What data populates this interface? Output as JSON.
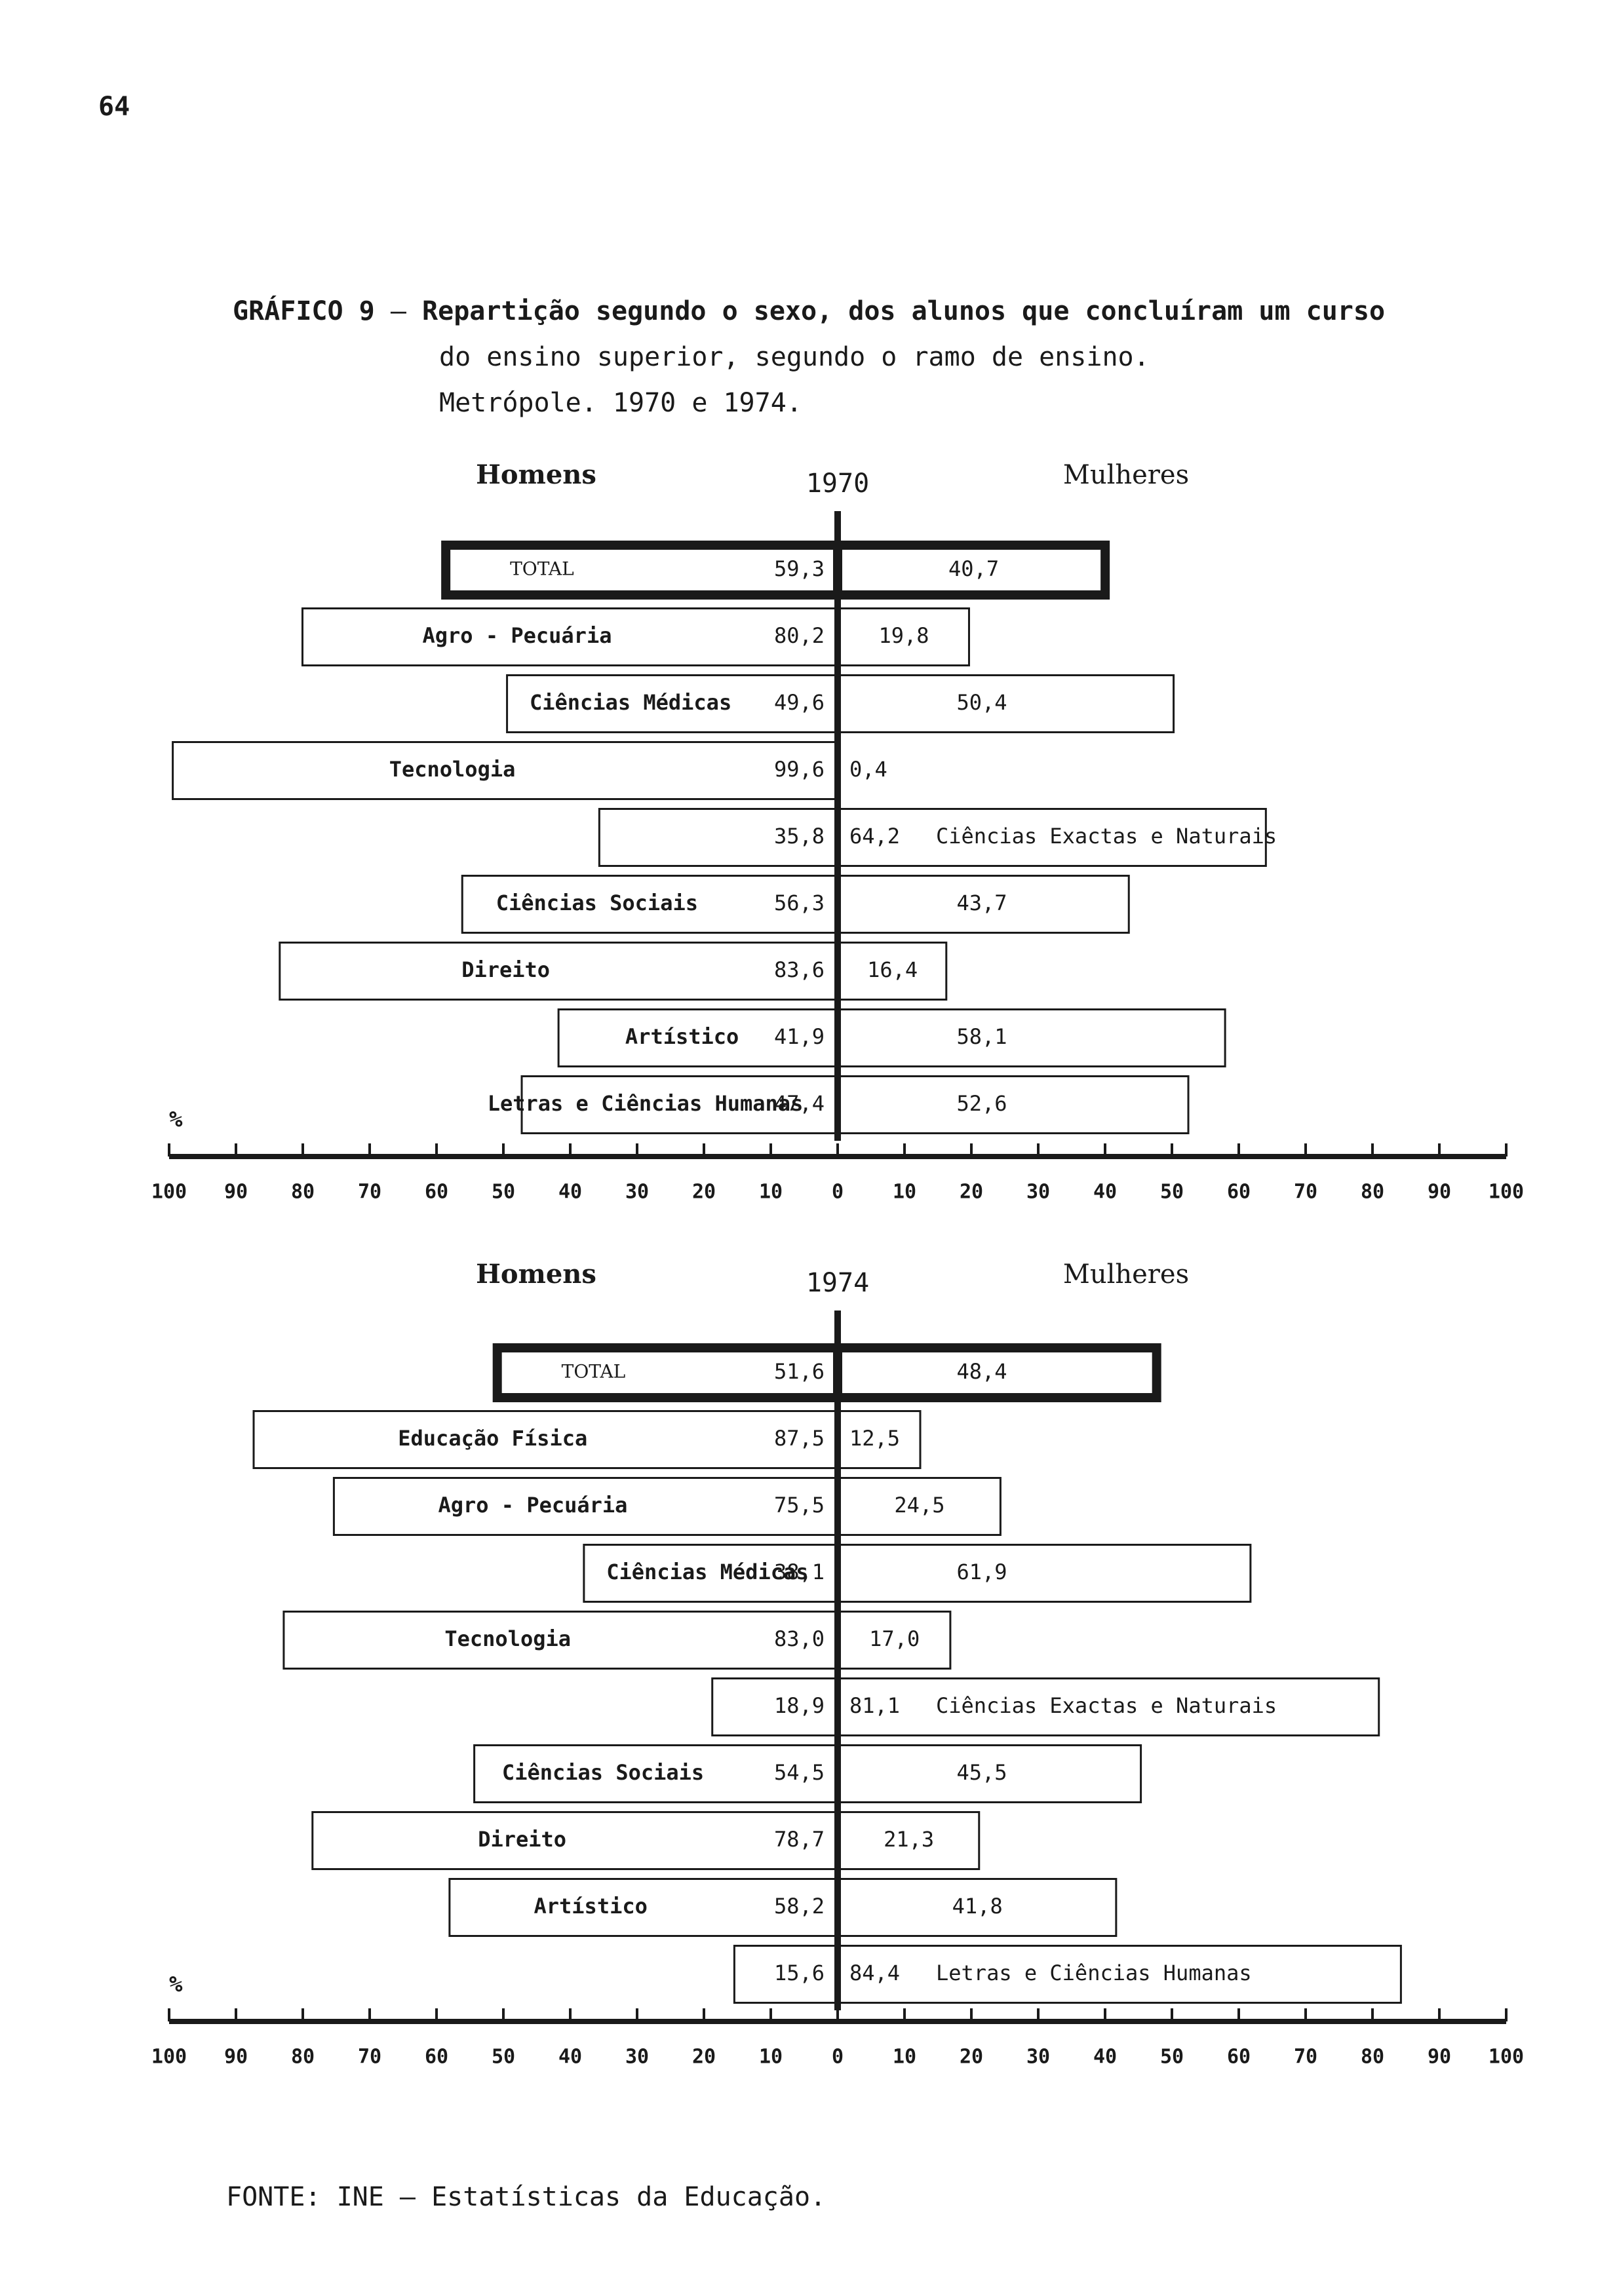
{
  "page_number": "64",
  "caption": {
    "label": "GRÁFICO 9",
    "dash": "–",
    "line1": "Repartição segundo o sexo, dos alunos que concluíram um curso",
    "line2": "do ensino superior, segundo o ramo de ensino.",
    "line3": "Metrópole. 1970 e 1974."
  },
  "source": {
    "label": "FONTE:",
    "text": "INE – Estatísticas da Educação."
  },
  "colors": {
    "ink": "#1a1a1a",
    "paper": "#ffffff"
  },
  "chart_data": [
    {
      "type": "bar",
      "layout": "diverging-horizontal",
      "title": "1970",
      "left_label": "Homens",
      "right_label": "Mulheres",
      "axis_label": "%",
      "xlim": [
        -100,
        100
      ],
      "ticks_left": [
        "100",
        "90",
        "80",
        "70",
        "60",
        "50",
        "40",
        "30",
        "20",
        "10"
      ],
      "ticks_right": [
        "0",
        "10",
        "20",
        "30",
        "40",
        "50",
        "60",
        "70",
        "80",
        "90",
        "100"
      ],
      "categories": [
        "TOTAL",
        "Agro - Pecuária",
        "Ciências Médicas",
        "Tecnologia",
        "Ciências Exactas e Naturais",
        "Ciências Sociais",
        "Direito",
        "Artístico",
        "Letras e Ciências Humanas"
      ],
      "category_side": [
        "left",
        "left",
        "left",
        "left",
        "right",
        "left",
        "left",
        "left",
        "left"
      ],
      "series": [
        {
          "name": "Homens",
          "values": [
            59.3,
            80.2,
            49.6,
            99.6,
            35.8,
            56.3,
            83.6,
            41.9,
            47.4
          ],
          "labels": [
            "59,3",
            "80,2",
            "49,6",
            "99,6",
            "35,8",
            "56,3",
            "83,6",
            "41,9",
            "47,4"
          ]
        },
        {
          "name": "Mulheres",
          "values": [
            40.7,
            19.8,
            50.4,
            0.4,
            64.2,
            43.7,
            16.4,
            58.1,
            52.6
          ],
          "labels": [
            "40,7",
            "19,8",
            "50,4",
            "0,4",
            "64,2",
            "43,7",
            "16,4",
            "58,1",
            "52,6"
          ]
        }
      ]
    },
    {
      "type": "bar",
      "layout": "diverging-horizontal",
      "title": "1974",
      "left_label": "Homens",
      "right_label": "Mulheres",
      "axis_label": "%",
      "xlim": [
        -100,
        100
      ],
      "ticks_left": [
        "100",
        "90",
        "80",
        "70",
        "60",
        "50",
        "40",
        "30",
        "20",
        "10"
      ],
      "ticks_right": [
        "0",
        "10",
        "20",
        "30",
        "40",
        "50",
        "60",
        "70",
        "80",
        "90",
        "100"
      ],
      "categories": [
        "TOTAL",
        "Educação Física",
        "Agro - Pecuária",
        "Ciências Médicas",
        "Tecnologia",
        "Ciências Exactas e Naturais",
        "Ciências Sociais",
        "Direito",
        "Artístico",
        "Letras e Ciências Humanas"
      ],
      "category_side": [
        "left",
        "left",
        "left",
        "left",
        "left",
        "right",
        "left",
        "left",
        "left",
        "right"
      ],
      "series": [
        {
          "name": "Homens",
          "values": [
            51.6,
            87.5,
            75.5,
            38.1,
            83.0,
            18.9,
            54.5,
            78.7,
            58.2,
            15.6
          ],
          "labels": [
            "51,6",
            "87,5",
            "75,5",
            "38,1",
            "83,0",
            "18,9",
            "54,5",
            "78,7",
            "58,2",
            "15,6"
          ]
        },
        {
          "name": "Mulheres",
          "values": [
            48.4,
            12.5,
            24.5,
            61.9,
            17.0,
            81.1,
            45.5,
            21.3,
            41.8,
            84.4
          ],
          "labels": [
            "48,4",
            "12,5",
            "24,5",
            "61,9",
            "17,0",
            "81,1",
            "45,5",
            "21,3",
            "41,8",
            "84,4"
          ]
        }
      ]
    }
  ]
}
